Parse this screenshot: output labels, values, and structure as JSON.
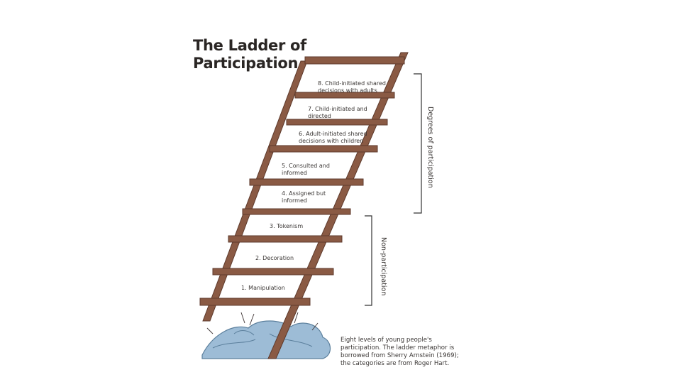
{
  "title_line1": "The Ladder of",
  "title_line2": "Participation",
  "rungs": [
    {
      "line1": "8. Child-initiated shared",
      "line2": "decisions with adults"
    },
    {
      "line1": "7. Child-initiated and",
      "line2": "directed"
    },
    {
      "line1": "6. Adult-initiated shared",
      "line2": "decisions with children"
    },
    {
      "line1": "5. Consulted and",
      "line2": "informed"
    },
    {
      "line1": "4. Assigned but",
      "line2": "informed"
    },
    {
      "line1": "3. Tokenism",
      "line2": ""
    },
    {
      "line1": "2. Decoration",
      "line2": ""
    },
    {
      "line1": "1. Manipulation",
      "line2": ""
    }
  ],
  "bracket_upper_label": "Degrees of participation",
  "bracket_lower_label": "Non-participation",
  "caption": "Eight levels of young people's participation. The ladder metaphor is borrowed from Sherry Arnstein (1969); the categories are from Roger Hart.",
  "colors": {
    "wood": "#8a5a44",
    "wood_dark": "#5e3a2c",
    "ground": "#8fb3cf"
  }
}
